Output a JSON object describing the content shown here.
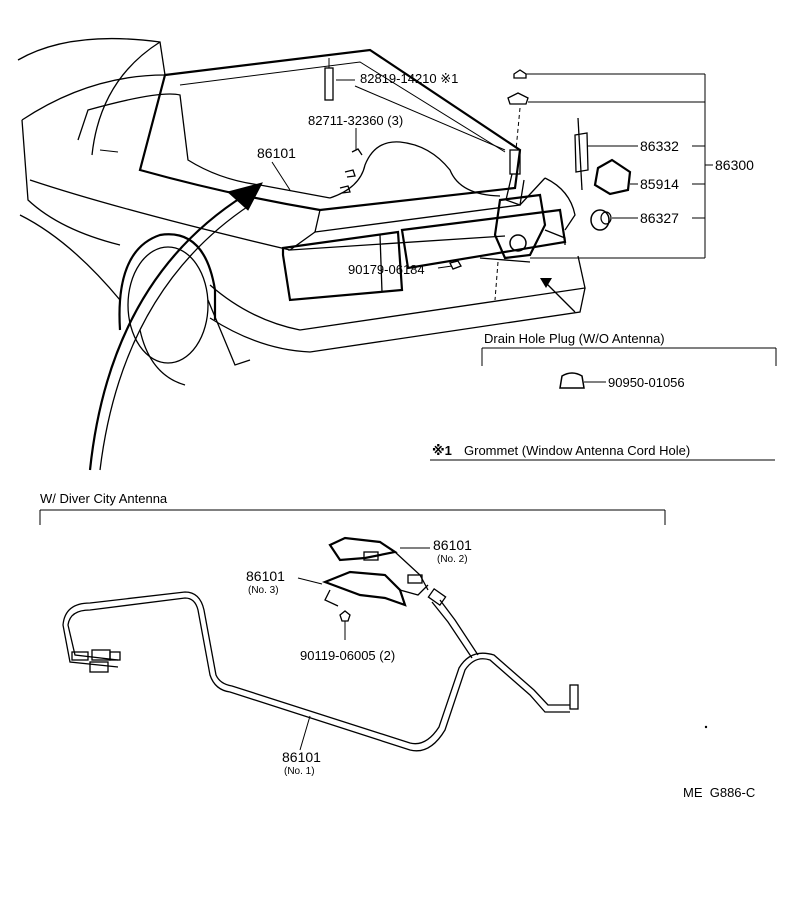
{
  "parts": {
    "grommet_cord": "82819-14210 ※1",
    "clamp": "82711-32360 (3)",
    "cord_main": "86101",
    "screw_top": "90179-06184",
    "rod": "86332",
    "motor": "85914",
    "plug_cap": "86327",
    "antenna_assy": "86300"
  },
  "drain_plug": {
    "title": "Drain Hole Plug (W/O Antenna)",
    "part": "90950-01056"
  },
  "note": {
    "symbol": "※1",
    "text": "Grommet (Window Antenna Cord Hole)"
  },
  "diversity": {
    "title": "W/ Diver City Antenna",
    "cord2": "86101",
    "cord2_sub": "(No. 2)",
    "cord3": "86101",
    "cord3_sub": "(No. 3)",
    "screw": "90119-06005 (2)",
    "cord1": "86101",
    "cord1_sub": "(No. 1)"
  },
  "code": "ME  G886-C"
}
